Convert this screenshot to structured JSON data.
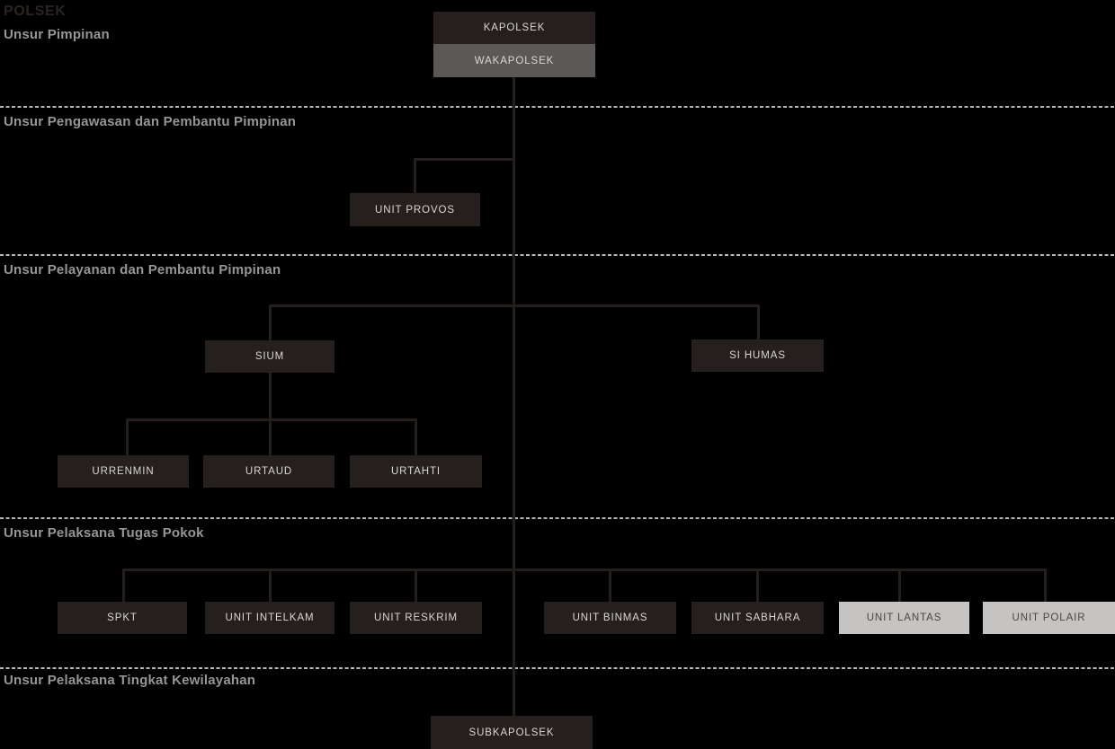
{
  "page_title": "POLSEK",
  "sections": [
    {
      "label": "Unsur Pimpinan"
    },
    {
      "label": "Unsur Pengawasan dan Pembantu Pimpinan"
    },
    {
      "label": "Unsur Pelayanan dan Pembantu Pimpinan"
    },
    {
      "label": "Unsur Pelaksana Tugas Pokok"
    },
    {
      "label": "Unsur Pelaksana Tingkat Kewilayahan"
    }
  ],
  "nodes": {
    "kapolsek": {
      "label": "KAPOLSEK",
      "style": "dark"
    },
    "wakapolsek": {
      "label": "WAKAPOLSEK",
      "style": "gray"
    },
    "unit_provos": {
      "label": "UNIT PROVOS",
      "style": "dark"
    },
    "sium": {
      "label": "SIUM",
      "style": "dark"
    },
    "si_humas": {
      "label": "SI HUMAS",
      "style": "dark"
    },
    "urrenmin": {
      "label": "URRENMIN",
      "style": "dark"
    },
    "urtaud": {
      "label": "URTAUD",
      "style": "dark"
    },
    "urtahti": {
      "label": "URTAHTI",
      "style": "dark"
    },
    "spkt": {
      "label": "SPKT",
      "style": "dark"
    },
    "unit_intelkam": {
      "label": "UNIT INTELKAM",
      "style": "dark"
    },
    "unit_reskrim": {
      "label": "UNIT RESKRIM",
      "style": "dark"
    },
    "unit_binmas": {
      "label": "UNIT BINMAS",
      "style": "dark"
    },
    "unit_sabhara": {
      "label": "UNIT SABHARA",
      "style": "dark"
    },
    "unit_lantas": {
      "label": "UNIT LANTAS",
      "style": "light"
    },
    "unit_polair": {
      "label": "UNIT POLAIR",
      "style": "light"
    },
    "subkapolsek": {
      "label": "SUBKAPOLSEK",
      "style": "dark"
    }
  },
  "colors": {
    "background": "#000000",
    "box_dark": "#251f1e",
    "box_gray": "#5c5855",
    "box_light": "#c5c4c3",
    "box_text_light": "#d9d7d5",
    "box_text_dark": "#4b4644",
    "line": "#241e1c",
    "divider": "#b8b8b8",
    "heading": "#969696",
    "title": "#2b2422"
  }
}
